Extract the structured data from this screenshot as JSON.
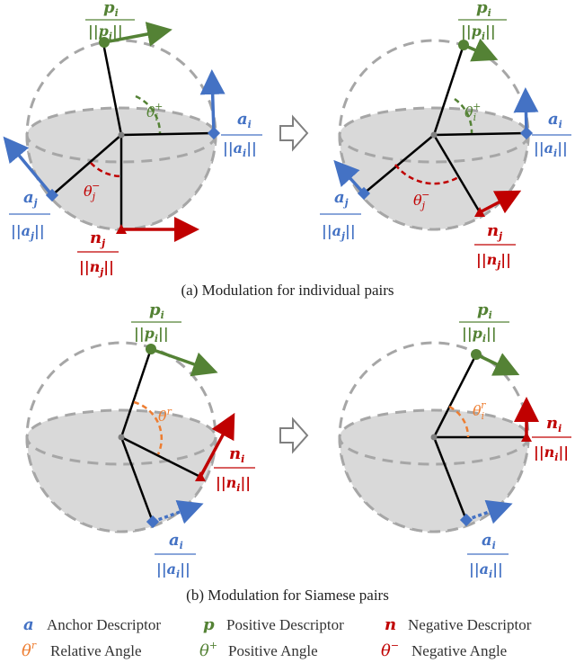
{
  "panel_a": {
    "caption": "(a) Modulation for individual pairs",
    "left": {
      "p_label": "p",
      "p_sub": "i",
      "p_den": "||p",
      "p_den_sub": "i",
      "p_den_end": "||",
      "a_i_num": "a",
      "a_i_sub": "i",
      "a_j_num": "a",
      "a_j_sub": "j",
      "n_num": "n",
      "n_sub": "j",
      "theta_plus": "θ",
      "theta_plus_sub": "i",
      "theta_plus_sup": "+",
      "theta_minus": "θ",
      "theta_minus_sub": "j",
      "theta_minus_sup": "−"
    },
    "right": {
      "p_label": "p",
      "p_sub": "i",
      "a_i_num": "a",
      "a_i_sub": "i",
      "a_j_num": "a",
      "a_j_sub": "j",
      "n_num": "n",
      "n_sub": "j",
      "theta_plus": "θ",
      "theta_plus_sub": "i",
      "theta_plus_sup": "+",
      "theta_minus": "θ",
      "theta_minus_sub": "j",
      "theta_minus_sup": "−"
    }
  },
  "panel_b": {
    "caption": "(b) Modulation for Siamese pairs",
    "left": {
      "p_label": "p",
      "p_sub": "i",
      "n_num": "n",
      "n_sub": "i",
      "a_num": "a",
      "a_sub": "i",
      "theta_r": "θ",
      "theta_r_sup": "r"
    },
    "right": {
      "p_label": "p",
      "p_sub": "i",
      "n_num": "n",
      "n_sub": "i",
      "a_num": "a",
      "a_sub": "i",
      "theta_r": "θ",
      "theta_r_sub": "i",
      "theta_r_sup": "r"
    }
  },
  "legend": {
    "a_sym": "a",
    "a_text": "Anchor Descriptor",
    "p_sym": "p",
    "p_text": "Positive Descriptor",
    "n_sym": "n",
    "n_text": "Negative Descriptor",
    "r_sym": "θ",
    "r_sup": "r",
    "r_text": "Relative Angle",
    "plus_sym": "θ",
    "plus_sup": "+",
    "plus_text": "Positive Angle",
    "minus_sym": "θ",
    "minus_sup": "−",
    "minus_text": "Negative Angle"
  },
  "colors": {
    "anchor": "#4472c4",
    "positive": "#548235",
    "negative": "#c00000",
    "relative": "#ed7d31",
    "sphere_fill": "#d9d9d9",
    "dash": "#a6a6a6"
  }
}
